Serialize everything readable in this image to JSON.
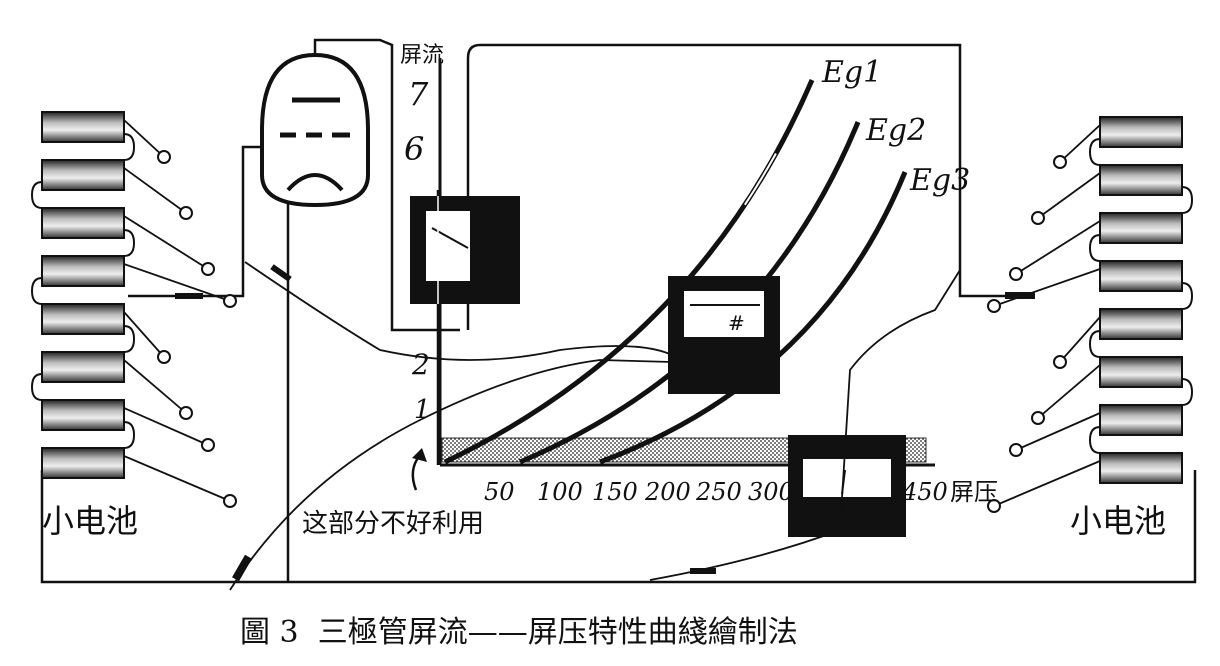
{
  "plate_label": "屏流",
  "plate_voltage_label": "屏压",
  "y_ticks": [
    "7",
    "6",
    "2",
    "1"
  ],
  "x_ticks": [
    "50",
    "100",
    "150",
    "200",
    "250",
    "300",
    "450"
  ],
  "curves": [
    {
      "label": "Eg1"
    },
    {
      "label": "Eg2"
    },
    {
      "label": "Eg3"
    }
  ],
  "battery_left_label": "小电池",
  "battery_right_label": "小电池",
  "note": "这部分不好利用",
  "caption": "圖 3  三極管屏流——屏压特性曲綫繪制法"
}
